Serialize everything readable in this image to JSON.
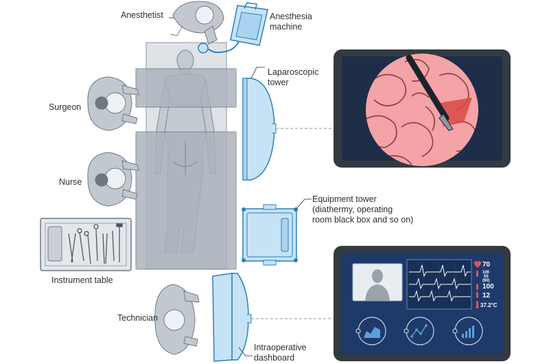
{
  "labels": {
    "anesthetist": "Anesthetist",
    "anesthesia_machine": [
      "Anesthesia",
      "machine"
    ],
    "laparoscopic_tower": [
      "Laparoscopic",
      "tower"
    ],
    "surgeon": "Surgeon",
    "nurse": "Nurse",
    "equipment_tower": [
      "Equipment tower",
      "(diathermy, operating",
      "room black box and so on)"
    ],
    "instrument_table": "Instrument table",
    "technician": "Technician",
    "intraoperative_dashboard": [
      "Intraoperative",
      "dashboard"
    ]
  },
  "vitals": {
    "heart_rate": "70",
    "blood_pressure_top": "100",
    "blood_pressure_mid": "55",
    "blood_pressure_bottom": "(90)",
    "oxygen": "100",
    "resp": "12",
    "temperature": "37.2°C"
  },
  "icons": [
    "heart-icon",
    "thermometer-icon",
    "person-icon",
    "area-chart-icon",
    "line-chart-icon",
    "bar-chart-icon"
  ],
  "colors": {
    "equipment_blue": "#c6e3f6",
    "equipment_outline": "#2b7fb8",
    "drape": "#a9b1bb",
    "monitor_frame": "#333a42",
    "dashboard_screen": "#1e3a6a",
    "tissue": "#f4a4a6"
  }
}
